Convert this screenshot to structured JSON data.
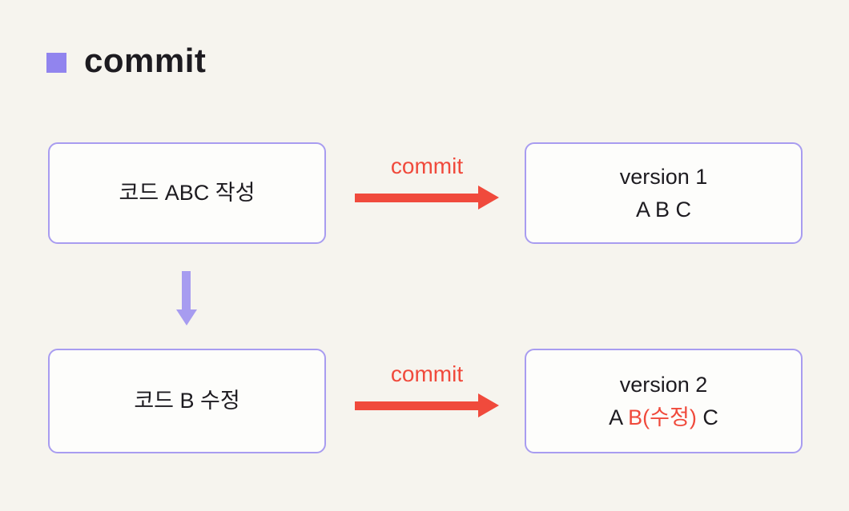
{
  "colors": {
    "bg": "#f6f4ee",
    "box-bg": "#fdfdfb",
    "purple-border": "#a89cf0",
    "purple-bullet": "#9184ee",
    "purple-arrow": "#a79cf0",
    "red": "#f04a3c",
    "text-dark": "#1d1b20"
  },
  "title": {
    "text": "commit"
  },
  "flow": {
    "step1": {
      "label": "코드 ABC 작성"
    },
    "commit1": {
      "label": "commit"
    },
    "result1": {
      "line1": "version 1",
      "line2": "A B C"
    },
    "step2": {
      "label": "코드 B 수정"
    },
    "commit2": {
      "label": "commit"
    },
    "result2": {
      "line1": "version 2",
      "line2_prefix": "A ",
      "line2_highlight": "B(수정)",
      "line2_suffix": " C"
    }
  }
}
